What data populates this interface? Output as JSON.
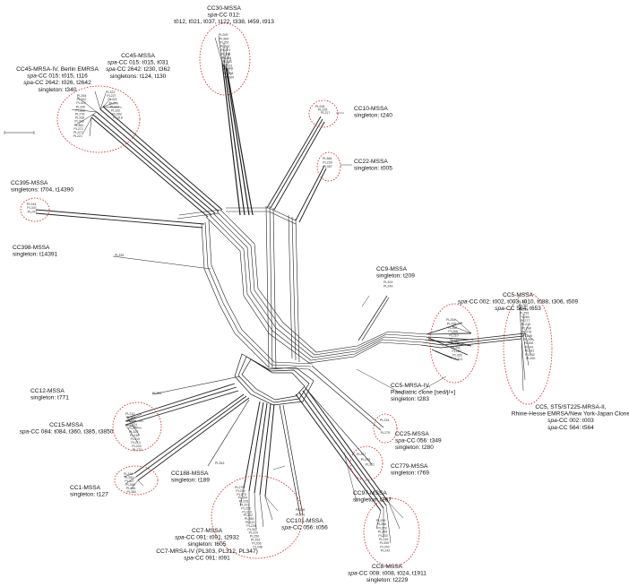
{
  "groups": [
    {
      "id": "cc30",
      "lines": [
        "CC30-MSSA",
        "spa-CC 012:",
        "t012, t021, t037, t122, t338, t459, t913"
      ],
      "italic_prefix": [
        "",
        "spa",
        ""
      ],
      "isolates": [
        "PL209",
        "PL364",
        "PL351",
        "PL263",
        "PL274",
        "PL388",
        "PL368",
        "PL313",
        "PL323",
        "PL372",
        "PL308",
        "PL284"
      ]
    },
    {
      "id": "cc45mssa",
      "lines": [
        "CC45-MSSA",
        "spa-CC 015: t015, t031",
        "spa-CC 2642: t230, t362",
        "singletons: t124, t130"
      ],
      "italic_prefix": [
        "",
        "spa",
        "spa",
        ""
      ],
      "isolates": [
        "PL322",
        "PL227",
        "PL321",
        "PL349",
        "PL314",
        "PL332",
        "PL289",
        "PL318"
      ]
    },
    {
      "id": "cc45mrsa",
      "lines": [
        "CC45-MRSA-IV, Berlin EMRSA",
        "spa-CC 015: t015, t116",
        "spa-CC 2642: t026, t2642",
        "singleton: t340"
      ],
      "italic_prefix": [
        "",
        "spa",
        "spa",
        ""
      ],
      "isolates": [
        "PL264",
        "PL342",
        "PL329",
        "PL330",
        "PL316",
        "PL276",
        "PL338",
        "PL343",
        "PL362",
        "PL272",
        "PL227",
        "PL221"
      ]
    },
    {
      "id": "cc10",
      "lines": [
        "CC10-MSSA",
        "singleton: t240"
      ],
      "italic_prefix": [
        "",
        ""
      ],
      "isolates": [
        "PL228",
        "PL226",
        "PL217"
      ]
    },
    {
      "id": "cc22",
      "lines": [
        "CC22-MSSA",
        "singleton: t005"
      ],
      "italic_prefix": [
        "",
        ""
      ],
      "isolates": [
        "PL366",
        "PL239",
        "PL357"
      ]
    },
    {
      "id": "cc395",
      "lines": [
        "CC395-MSSA",
        "singletons: t704, t14390"
      ],
      "italic_prefix": [
        "",
        ""
      ],
      "isolates": [
        "PL244",
        "PL347",
        "PL247"
      ]
    },
    {
      "id": "cc398",
      "lines": [
        "CC398-MSSA",
        "singleton: t14391"
      ],
      "italic_prefix": [
        "",
        ""
      ],
      "isolates": [
        "PL335"
      ]
    },
    {
      "id": "cc9",
      "lines": [
        "CC9-MSSA",
        "singleton: t209"
      ],
      "italic_prefix": [
        "",
        ""
      ],
      "isolates": [
        "PL324",
        "PL249"
      ]
    },
    {
      "id": "cc5mssa",
      "lines": [
        "CC5-MSSA",
        "spa-CC 002: t002, t003, t010, t088, t306, t509",
        "spa-CC 564: t653"
      ],
      "italic_prefix": [
        "",
        "spa",
        "spa"
      ],
      "isolates": [
        "PL254",
        "PL258",
        "PL260",
        "PL268",
        "PL210",
        "PL215",
        "PL301",
        "PL311",
        "PL287",
        "PL326",
        "PL321"
      ]
    },
    {
      "id": "cc5mrsa",
      "lines": [
        "CC5-MRSA-IV,",
        "Paediatric clone [sed/j/+]",
        "singleton: t283"
      ],
      "italic_prefix": [
        "",
        "",
        ""
      ],
      "isolates": []
    },
    {
      "id": "cc5st225",
      "lines": [
        "CC5, ST5/ST225-MRSA-II,",
        "Rhine-Hesse EMRSA/New York-Japan Clone",
        "spa-CC 002: t003",
        "spa-CC 564: t564"
      ],
      "italic_prefix": [
        "",
        "",
        "spa",
        "spa"
      ],
      "isolates": [
        "PL302",
        "PL292",
        "PL238",
        "PL259",
        "PL280",
        "PL277",
        "PL275",
        "PL298",
        "PL278",
        "PL249",
        "PL293",
        "PL308",
        "PL341",
        "PL281",
        "PL282",
        "PL250"
      ]
    },
    {
      "id": "cc12",
      "lines": [
        "CC12-MSSA",
        "singleton: t771"
      ],
      "italic_prefix": [
        "",
        ""
      ],
      "isolates": [
        "PL355"
      ]
    },
    {
      "id": "cc15",
      "lines": [
        "CC15-MSSA",
        "spa-CC 084: t084, t360, t385, t3850"
      ],
      "italic_prefix": [
        "",
        "spa"
      ],
      "isolates": [
        "PL210",
        "PL304",
        "PL348",
        "PL224",
        "PL207",
        "PL325",
        "PL236",
        "PL319",
        "PL213",
        "PL233",
        "PL273"
      ]
    },
    {
      "id": "cc25",
      "lines": [
        "CC25-MSSA",
        "spa-CC 056: t349",
        "singleton: t280"
      ],
      "italic_prefix": [
        "",
        "spa",
        ""
      ],
      "isolates": [
        "PL234",
        "PL275"
      ]
    },
    {
      "id": "cc779",
      "lines": [
        "CC779-MSSA",
        "singleton: t769"
      ],
      "italic_prefix": [
        "",
        ""
      ],
      "isolates": [
        "PL327",
        "PL235",
        "PL361"
      ]
    },
    {
      "id": "cc1",
      "lines": [
        "CC1-MSSA",
        "singleton: t127"
      ],
      "italic_prefix": [
        "",
        ""
      ],
      "isolates": [
        "PL316",
        "PL352",
        "PL327",
        "PL288",
        "PL266",
        "PL360"
      ]
    },
    {
      "id": "cc188",
      "lines": [
        "CC188-MSSA",
        "singleton: t189"
      ],
      "italic_prefix": [
        "",
        ""
      ],
      "isolates": [
        "PL353"
      ]
    },
    {
      "id": "cc97",
      "lines": [
        "CC97-MSSA",
        "singleton: t267"
      ],
      "italic_prefix": [
        "",
        ""
      ],
      "isolates": []
    },
    {
      "id": "cc101",
      "lines": [
        "CC101-MSSA",
        "spa-CC 056: t056"
      ],
      "italic_prefix": [
        "",
        "spa"
      ],
      "isolates": [
        "PL296",
        "PL291"
      ]
    },
    {
      "id": "cc7",
      "lines": [
        "CC7-MSSA",
        "spa-CC 091: t091, t2932",
        "singleton: t605",
        "CC7-MRSA-IV (PL303, PL312, PL347)",
        "spa-CC 091: t091"
      ],
      "italic_prefix": [
        "",
        "spa",
        "",
        "",
        "spa"
      ],
      "isolates": [
        "PL276",
        "PL219",
        "PL275",
        "PL354",
        "PL226",
        "PL223",
        "PL228",
        "PL310",
        "PL312",
        "PL285",
        "PL223",
        "PL225",
        "PL302",
        "PL229",
        "PL250",
        "PL253",
        "PL206",
        "PL248"
      ]
    },
    {
      "id": "cc8",
      "lines": [
        "CC8-MSSA",
        "spa-CC 008: t008, t024, t1911",
        "singleton: t2229"
      ],
      "italic_prefix": [
        "",
        "spa",
        ""
      ],
      "isolates": [
        "PL299",
        "PL266",
        "PL278",
        "PL306",
        "PL230",
        "PL245",
        "PL359",
        "PL240",
        "PL242"
      ]
    }
  ],
  "colors": {
    "ring": "#d62020",
    "edge": "#222222",
    "text": "#111111"
  }
}
